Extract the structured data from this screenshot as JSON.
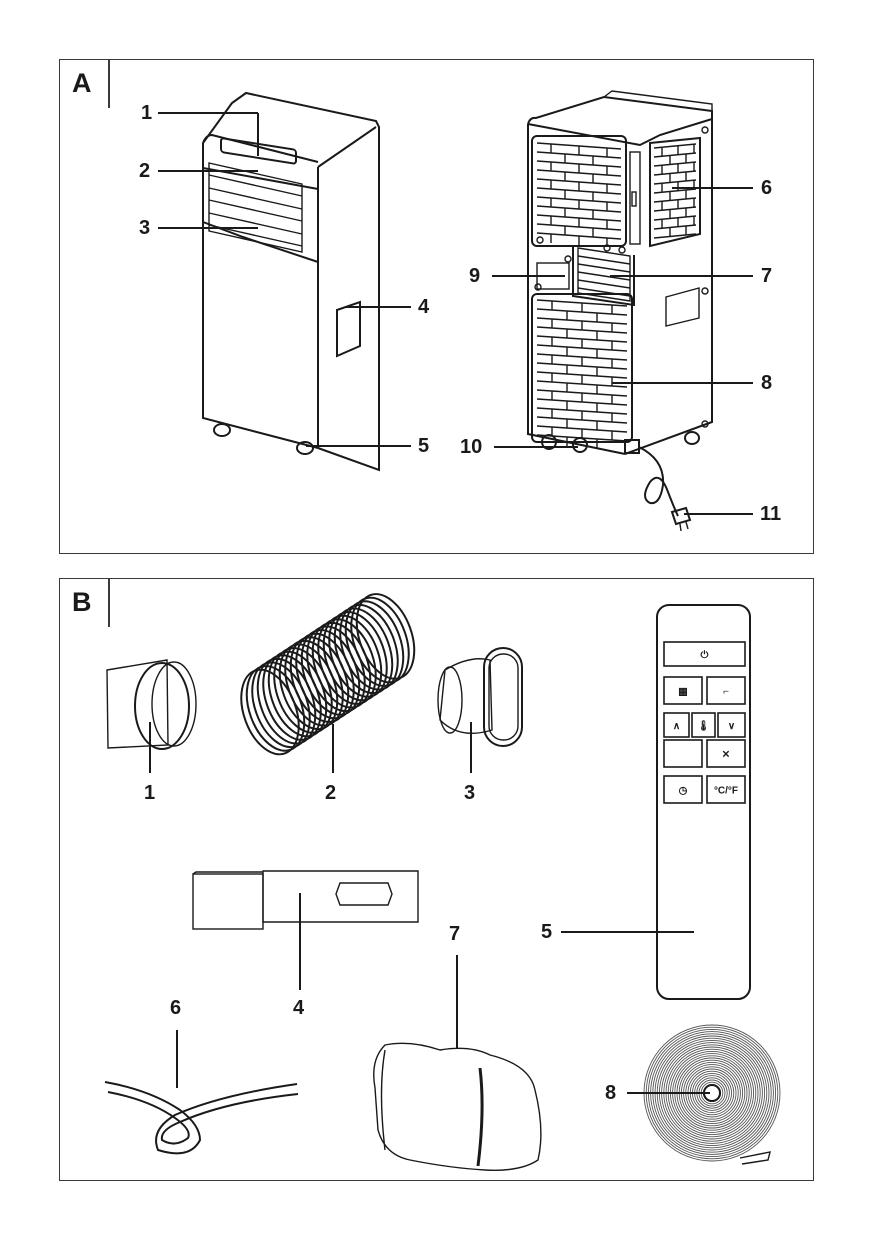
{
  "figure_a": {
    "letter": "A",
    "front_unit_callouts": [
      {
        "number": "1",
        "part": "control-panel"
      },
      {
        "number": "2",
        "part": "air-outlet-louver"
      },
      {
        "number": "3",
        "part": "front-vent"
      },
      {
        "number": "4",
        "part": "side-handle"
      },
      {
        "number": "5",
        "part": "castor-wheel"
      }
    ],
    "rear_unit_callouts": [
      {
        "number": "6",
        "part": "side-air-inlet"
      },
      {
        "number": "7",
        "part": "hot-air-outlet"
      },
      {
        "number": "8",
        "part": "lower-air-filter"
      },
      {
        "number": "9",
        "part": "label-plate"
      },
      {
        "number": "10",
        "part": "drain-outlet"
      },
      {
        "number": "11",
        "part": "power-plug"
      }
    ]
  },
  "figure_b": {
    "letter": "B",
    "accessory_callouts": [
      {
        "number": "1",
        "part": "wall-adapter"
      },
      {
        "number": "2",
        "part": "exhaust-hose"
      },
      {
        "number": "3",
        "part": "window-adapter"
      },
      {
        "number": "4",
        "part": "window-slider-kit"
      },
      {
        "number": "5",
        "part": "remote-control"
      },
      {
        "number": "6",
        "part": "drain-hose"
      },
      {
        "number": "7",
        "part": "window-seal-cloth"
      },
      {
        "number": "8",
        "part": "sealing-tape"
      }
    ],
    "remote": {
      "buttons": [
        {
          "icon": "power-icon",
          "glyph": "⏻"
        },
        {
          "icon": "mode-icon",
          "glyph": "▦"
        },
        {
          "icon": "sleep-icon",
          "glyph": "⌐"
        },
        {
          "icon": "up-icon",
          "glyph": "∧"
        },
        {
          "icon": "thermometer-icon",
          "glyph": "🌡"
        },
        {
          "icon": "down-icon",
          "glyph": "∨"
        },
        {
          "icon": "blank",
          "glyph": ""
        },
        {
          "icon": "fan-icon",
          "glyph": "✕"
        },
        {
          "icon": "timer-icon",
          "glyph": "◷"
        },
        {
          "icon": "unit-toggle",
          "glyph": "°C/°F"
        }
      ]
    }
  }
}
